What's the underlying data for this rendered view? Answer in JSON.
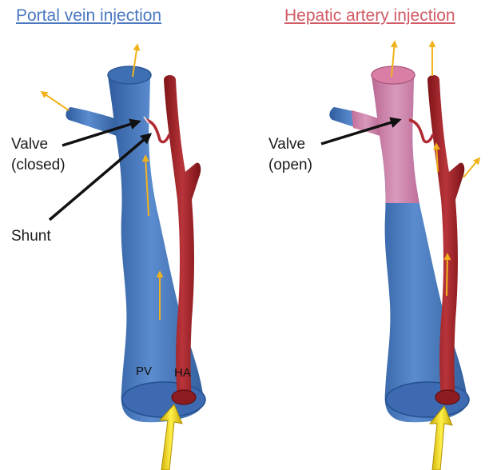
{
  "left_panel": {
    "title": "Portal vein injection",
    "valve_label_line1": "Valve",
    "valve_label_line2": "(closed)",
    "shunt_label": "Shunt",
    "pv_label": "PV",
    "ha_label": "HA"
  },
  "right_panel": {
    "title": "Hepatic artery injection",
    "valve_label_line1": "Valve",
    "valve_label_line2": "(open)"
  },
  "colors": {
    "portal_vein": "#4f7fc4",
    "hepatic_artery": "#a02328",
    "arterial_contrast": "#d8789a",
    "flow_arrow": "#f2b21b",
    "injection_arrow": "#e6c60a",
    "left_title": "#4a78c0",
    "right_title": "#d15a65"
  }
}
